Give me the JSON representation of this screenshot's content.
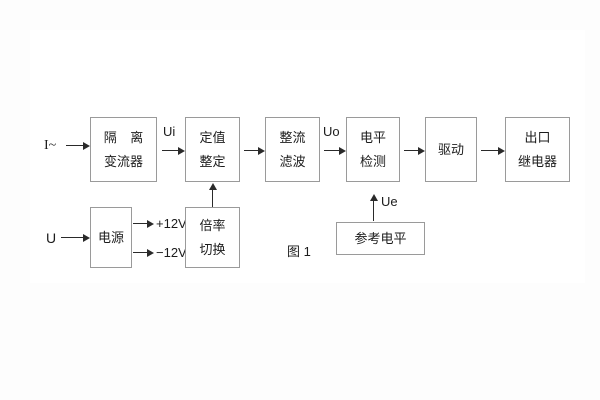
{
  "figure": {
    "caption": "图 1",
    "colors": {
      "page_background": "#fdfdfd",
      "panel_background": "#ffffff",
      "box_border": "#9a9a9a",
      "line": "#2a2a2a",
      "text": "#1c1c1c"
    }
  },
  "blocks": {
    "isolation_ct": {
      "line1": "隔 离",
      "line2": "变流器"
    },
    "setting_value": {
      "line1": "定值",
      "line2": "整定"
    },
    "rectify_filter": {
      "line1": "整流",
      "line2": "滤波"
    },
    "level_detect": {
      "line1": "电平",
      "line2": "检测"
    },
    "drive": {
      "line1": "驱动"
    },
    "output_relay": {
      "line1": "出口",
      "line2": "继电器"
    },
    "power_supply": {
      "line1": "电源"
    },
    "multiplier_switch": {
      "line1": "倍率",
      "line2": "切换"
    },
    "reference_level": {
      "line1": "参考电平"
    }
  },
  "signals": {
    "current_input": "I~",
    "voltage_input": "U",
    "ui": "Ui",
    "uo": "Uo",
    "ue": "Ue",
    "rail_positive": "+12V",
    "rail_negative": "−12V"
  }
}
